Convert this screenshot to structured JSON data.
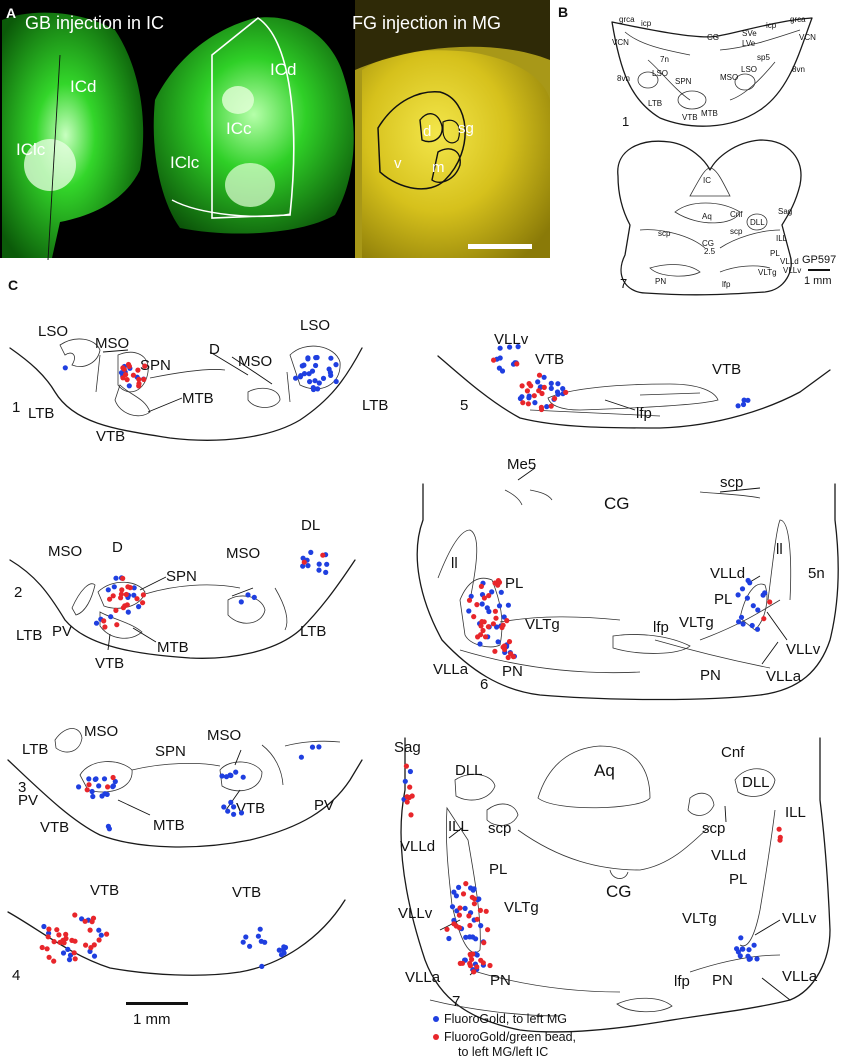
{
  "panels": {
    "A": {
      "letter": "A",
      "title_left": "GB injection in IC",
      "title_right": "FG injection in MG",
      "labels": {
        "icd1": "ICd",
        "iclc1": "IClc",
        "icd2": "ICd",
        "icc": "ICc",
        "iclc2": "IClc",
        "d": "d",
        "sg": "sg",
        "v": "v",
        "m": "m"
      },
      "colors": {
        "background": "#000000",
        "green": "#22c41e",
        "yellow": "#d8c21a"
      }
    },
    "B": {
      "letter": "B",
      "section1": "1",
      "section7": "7",
      "case_id": "GP597",
      "scale": "1 mm",
      "labels1": {
        "grca_l": "grca",
        "icp_l": "icp",
        "vcn_l": "VCN",
        "cg": "CG",
        "sve": "SVe",
        "lve": "LVe",
        "icp_r": "icp",
        "grca_r": "grca",
        "vcn_r": "VCN",
        "sp5": "sp5",
        "n7": "7n",
        "lso_l": "LSO",
        "spn": "SPN",
        "mso": "MSO",
        "lso_r": "LSO",
        "vn8_l": "8vn",
        "vn8_r": "8vn",
        "ltb": "LTB",
        "vtb": "VTB",
        "mtb": "MTB"
      },
      "labels7": {
        "ic": "IC",
        "aq": "Aq",
        "cnf": "Cnf",
        "dll": "DLL",
        "sag": "Sag",
        "ill": "ILL",
        "scp_l": "scp",
        "scp_r": "scp",
        "cg": "CG",
        "n25": "2.5",
        "pl": "PL",
        "vlld": "VLLd",
        "vltg": "VLTg",
        "vllv": "VLLv",
        "pn": "PN",
        "lfp": "lfp"
      }
    },
    "C": {
      "letter": "C",
      "sections": {
        "s1": {
          "num": "1",
          "lso_l": "LSO",
          "mso_l": "MSO",
          "spn": "SPN",
          "d": "D",
          "mso_r": "MSO",
          "lso_r": "LSO",
          "ltb_r": "LTB",
          "ltb_l": "LTB",
          "mtb": "MTB",
          "vtb": "VTB"
        },
        "s2": {
          "num": "2",
          "mso_l": "MSO",
          "d": "D",
          "spn": "SPN",
          "mso_r": "MSO",
          "dl": "DL",
          "ltb_l": "LTB",
          "pv": "PV",
          "vtb": "VTB",
          "mtb": "MTB",
          "ltb_r": "LTB"
        },
        "s3": {
          "num": "3",
          "ltb": "LTB",
          "mso_l": "MSO",
          "spn": "SPN",
          "mso_r": "MSO",
          "pv_l": "PV",
          "vtb_l": "VTB",
          "mtb": "MTB",
          "vtb_r": "VTB",
          "pv_r": "PV"
        },
        "s4": {
          "num": "4",
          "vtb_l": "VTB",
          "vtb_r": "VTB"
        },
        "s5": {
          "num": "5",
          "vllv": "VLLv",
          "vtb_l": "VTB",
          "vtb_r": "VTB",
          "lfp": "lfp"
        },
        "s6": {
          "num": "6",
          "me5": "Me5",
          "cg": "CG",
          "scp": "scp",
          "ll_l": "ll",
          "ll_r": "ll",
          "n5": "5n",
          "pl_l": "PL",
          "vltg_l": "VLTg",
          "vlla_l": "VLLa",
          "pn_l": "PN",
          "lfp": "lfp",
          "vlld": "VLLd",
          "pl_r": "PL",
          "vltg_r": "VLTg",
          "vllv": "VLLv",
          "pn_r": "PN",
          "vlla_r": "VLLa"
        },
        "s7": {
          "num": "7",
          "sag": "Sag",
          "dll_l": "DLL",
          "aq": "Aq",
          "cnf": "Cnf",
          "dll_r": "DLL",
          "ill_l": "ILL",
          "scp_l": "scp",
          "scp_r": "scp",
          "ill_r": "ILL",
          "cg": "CG",
          "vlld_l": "VLLd",
          "pl_l": "PL",
          "vlld_r": "VLLd",
          "pl_r": "PL",
          "vltg_l": "VLTg",
          "vllv_l": "VLLv",
          "vltg_r": "VLTg",
          "vllv_r": "VLLv",
          "vlla_l": "VLLa",
          "pn_l": "PN",
          "lfp": "lfp",
          "pn_r": "PN",
          "vlla_r": "VLLa"
        }
      },
      "scale": "1 mm",
      "legend": {
        "blue_label": "FluoroGold, to left MG",
        "red_label_1": "FluoroGold/green bead,",
        "red_label_2": "to left MG/left IC",
        "blue_color": "#1f3fe0",
        "red_color": "#e8262b"
      }
    }
  }
}
